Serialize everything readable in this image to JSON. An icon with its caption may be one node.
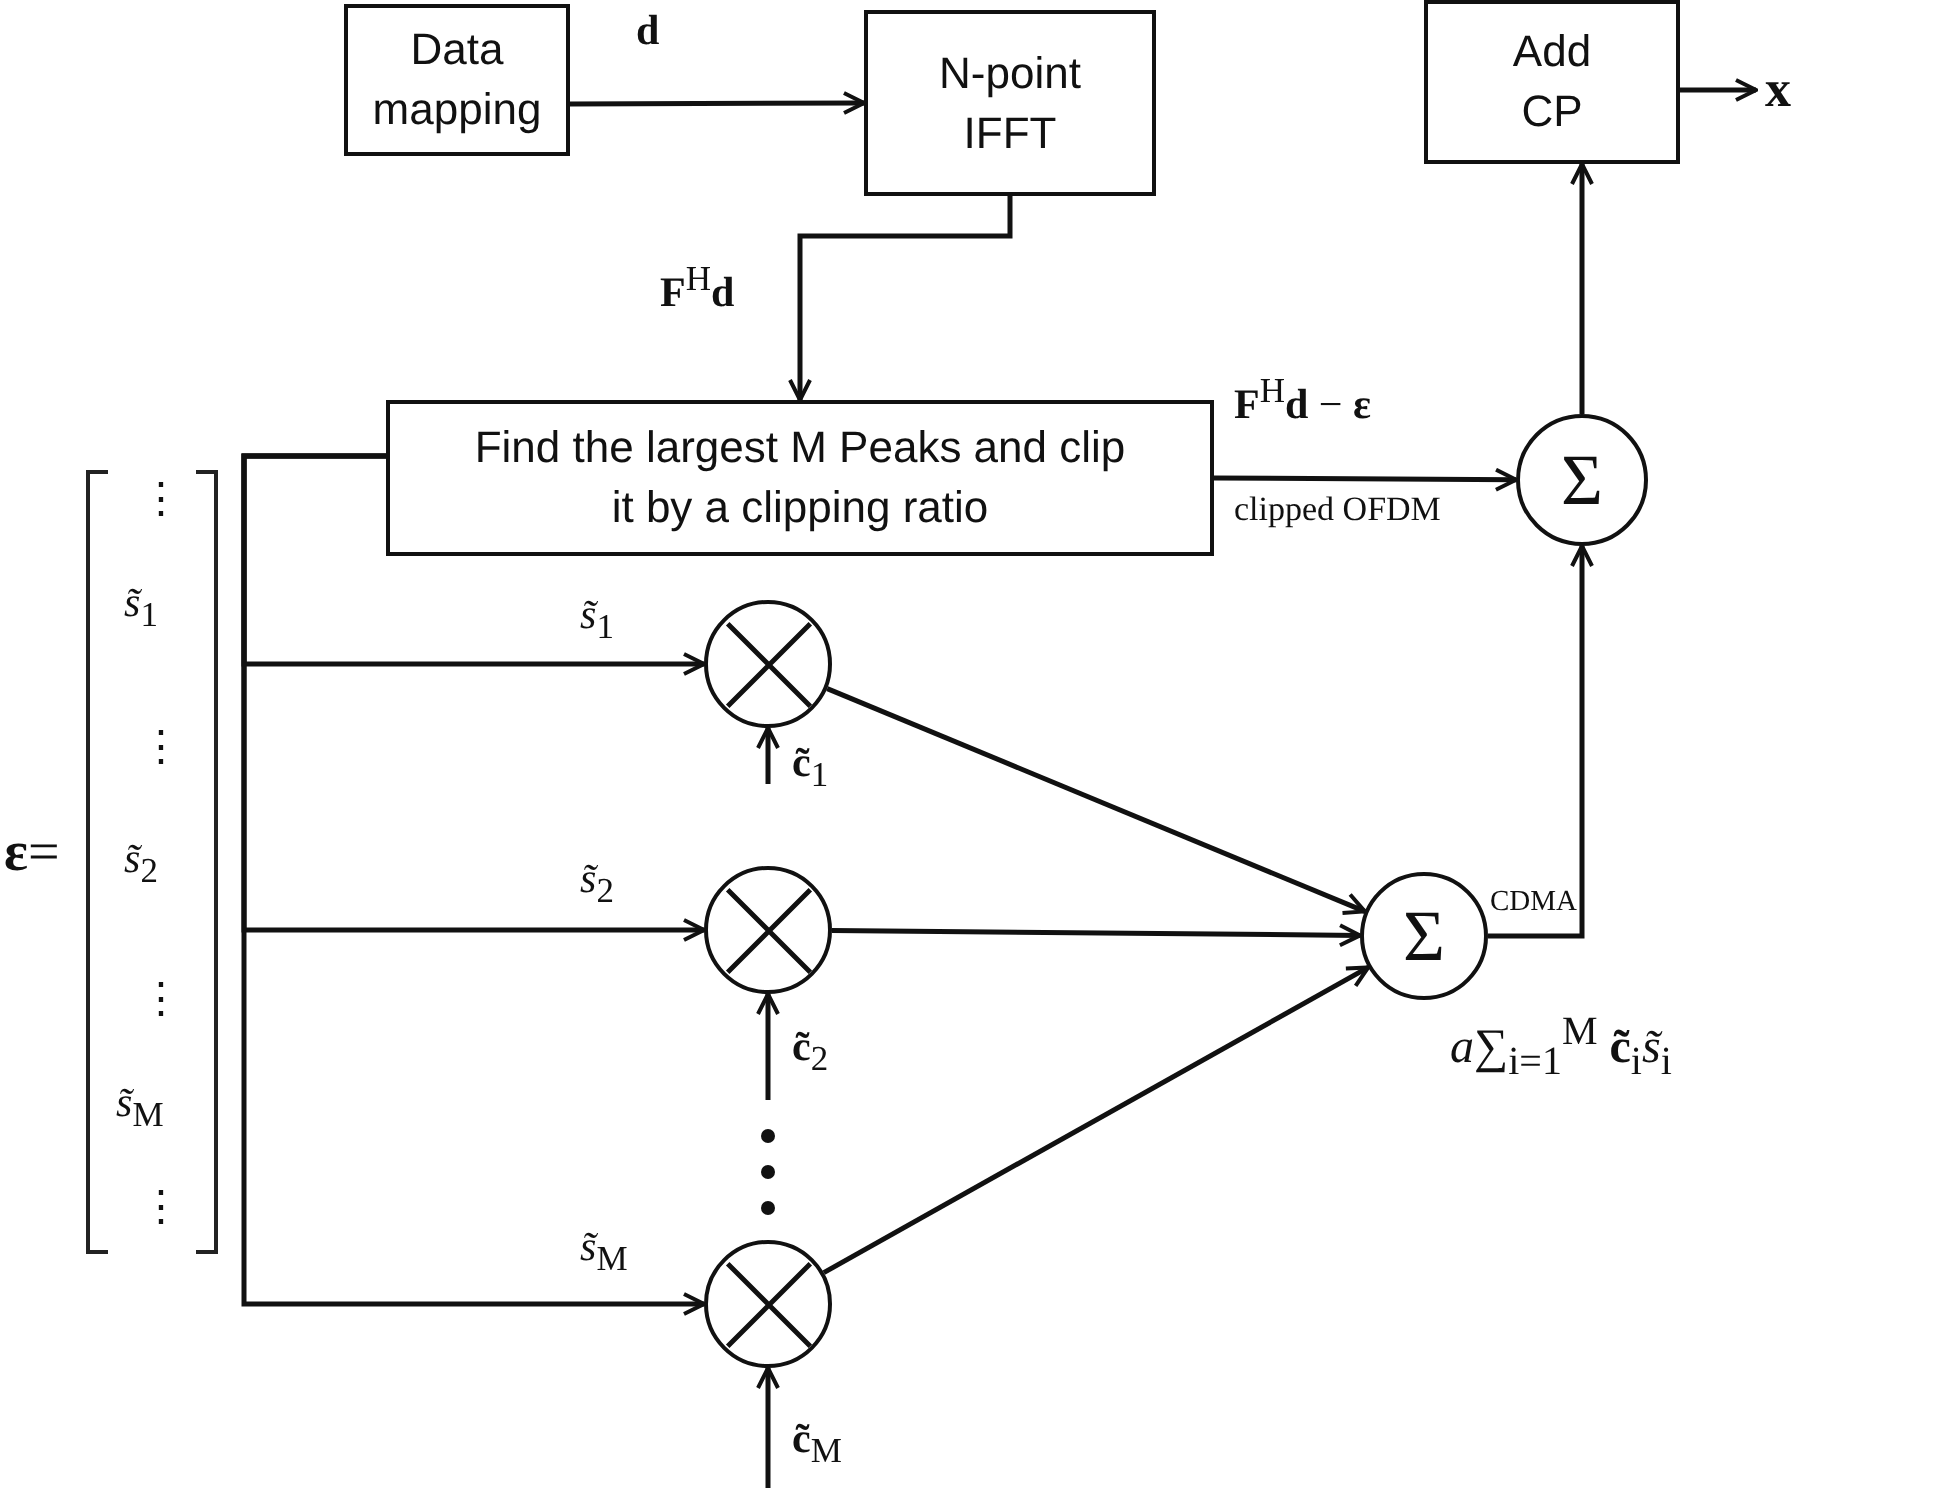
{
  "diagram": {
    "nodes": [
      {
        "text": [
          "Data mapping"
        ]
      },
      {
        "text": [
          "N-point IFFT"
        ]
      },
      {
        "text": [
          "Add CP"
        ]
      },
      {
        "text": [
          "**x**"
        ]
      },
      {
        "text": [
          "Find the largest M Peaks and clip it by a clipping ratio"
        ]
      },
      {
        "text": [
          "Σ"
        ]
      },
      {
        "text": [],
        "shape": "circle"
      },
      {
        "text": [],
        "shape": "circle"
      },
      {
        "text": [],
        "shape": "circle"
      },
      {
        "text": [
          "Σ"
        ],
        "beside": [
          "*a*∑$_{i=1}$$^{M}$ **c̃**$_{i}$*s̃*$_{i}$"
        ]
      }
    ],
    "edges": [
      {
        "from": 0,
        "to": 1,
        "arrow": "to",
        "label": "**d**"
      },
      {
        "from": 1,
        "to": 4,
        "arrow": "to",
        "label": "**F**$^{H}$**d**"
      },
      {
        "from": 4,
        "to": 5,
        "arrow": "to",
        "label": "**F**$^{H}$**d** − **ε**"
      },
      {
        "from": 5,
        "to": 2,
        "arrow": "to"
      },
      {
        "from": 2,
        "to": 3,
        "arrow": "to"
      },
      {
        "from": 4,
        "to": 6,
        "arrow": "to",
        "label": "*s̃*$_{1}$"
      },
      {
        "from": 4,
        "to": 7,
        "arrow": "to",
        "label": "*s̃*$_{2}$"
      },
      {
        "from": 4,
        "to": 8,
        "arrow": "to",
        "label": "*s̃*$_{M}$"
      },
      {
        "from": null,
        "to": 6,
        "arrow": "to",
        "label": "**c̃**$_{1}$"
      },
      {
        "from": null,
        "to": 7,
        "arrow": "to",
        "label": "**c̃**$_{2}$"
      },
      {
        "from": null,
        "to": 8,
        "arrow": "to",
        "label": "**c̃**$_{M}$"
      },
      {
        "from": 6,
        "to": 9,
        "arrow": "to"
      },
      {
        "from": 7,
        "to": 9,
        "arrow": "to"
      },
      {
        "from": 8,
        "to": 9,
        "arrow": "to"
      },
      {
        "from": 9,
        "to": 5,
        "arrow": "to",
        "label": "CDMA"
      }
    ],
    "labels": [
      "**ε**=",
      "⋮",
      "*s̃*$_{1}$",
      "⋮",
      "*s̃*$_{2}$",
      "⋮",
      "*s̃*$_{M}$",
      "⋮",
      "clipped OFDM"
    ]
  }
}
